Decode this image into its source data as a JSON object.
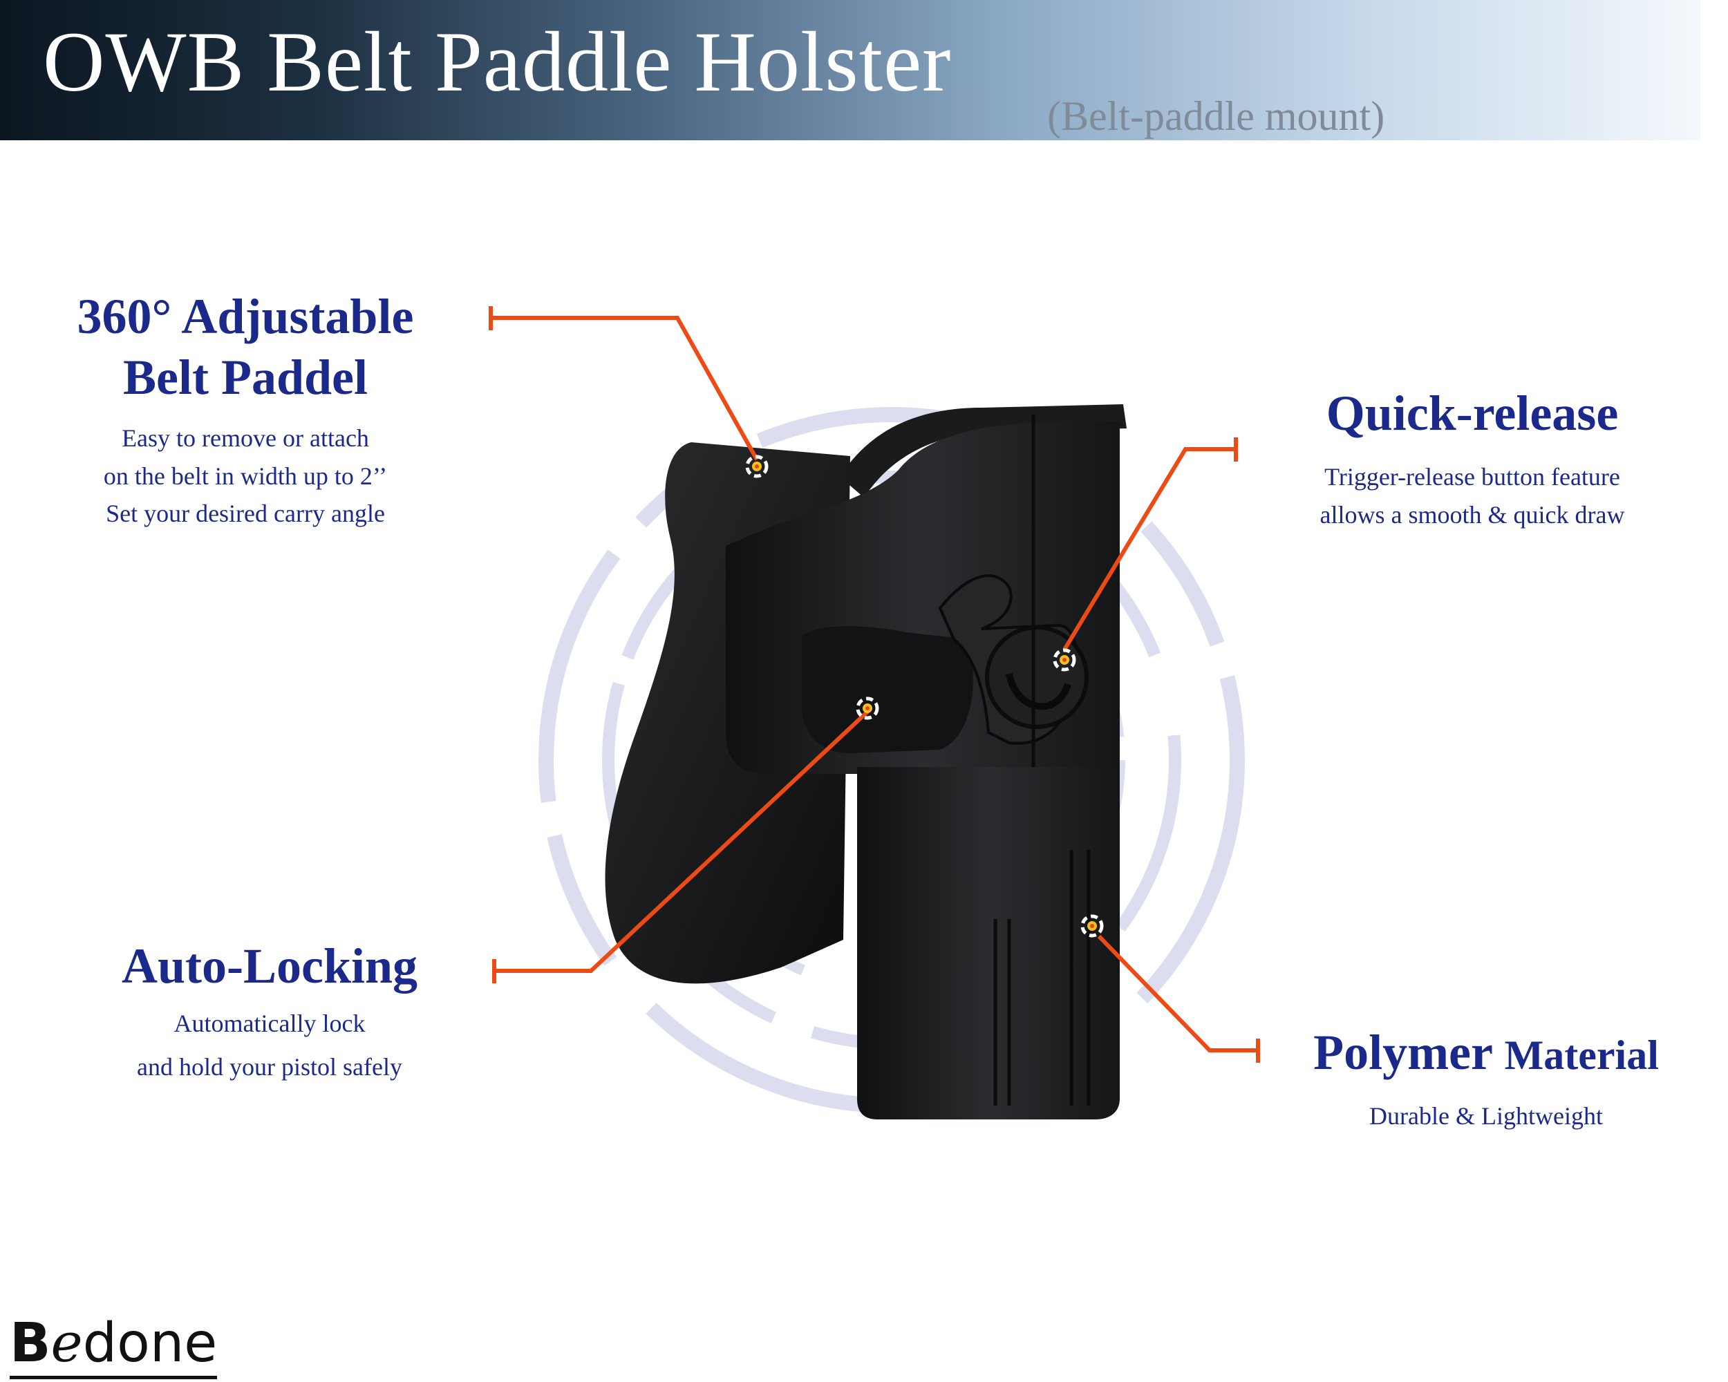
{
  "header": {
    "title": "OWB Belt Paddle Holster",
    "subtitle": "(Belt-paddle mount)"
  },
  "features": {
    "belt_paddle": {
      "title_line1": "360° Adjustable",
      "title_line2": "Belt Paddel",
      "desc": [
        "Easy to remove or attach",
        "on the belt in width up to 2’’",
        "Set your desired carry angle"
      ]
    },
    "quick_release": {
      "title": "Quick-release",
      "desc": [
        "Trigger-release button feature",
        "allows a smooth & quick draw"
      ]
    },
    "auto_locking": {
      "title": "Auto-Locking",
      "desc": [
        "Automatically lock",
        "and hold your pistol safely"
      ]
    },
    "polymer": {
      "title_bold": "Polymer",
      "title_rest": "Material",
      "desc": [
        "Durable & Lightweight"
      ]
    }
  },
  "brand": {
    "logo_b": "B",
    "logo_e": "e",
    "logo_rest": "done"
  },
  "colors": {
    "banner_dark": "#0b1620",
    "accent_text": "#1b2a8a",
    "callout_line": "#ee4a14",
    "holster_body": "#1e1f21",
    "ring_decoration": "#dcdeef"
  },
  "icons": {
    "callout_marker": "target-dot-icon",
    "product": "holster-illustration"
  }
}
